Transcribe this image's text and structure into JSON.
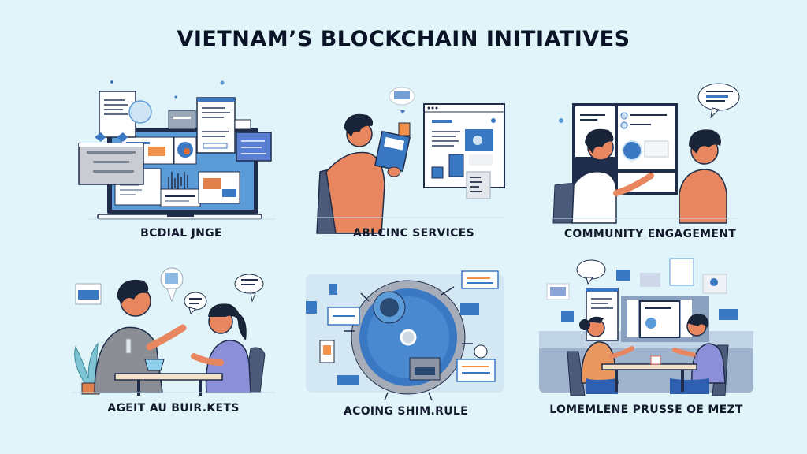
{
  "title": "VIETNAM’S BLOCKCHAIN INITIATIVES",
  "colors": {
    "background": "#e0f4fa",
    "primary_blue": "#3b78c4",
    "dark_navy": "#1f2d4a",
    "skin": "#e8875f",
    "chair": "#4a5a78"
  },
  "panels": [
    {
      "caption": "BCDIAL JNGE",
      "scene": "laptop-with-documents"
    },
    {
      "caption": "ABLCINC SERVICES",
      "scene": "person-reading-with-browser"
    },
    {
      "caption": "COMMUNITY ENGAGEMENT",
      "scene": "two-people-at-screen"
    },
    {
      "caption": "AGEIT AU BUIR.KETS",
      "scene": "two-people-talking-at-table"
    },
    {
      "caption": "ACOING SHIM.RULE",
      "scene": "central-hub-network"
    },
    {
      "caption": "LOMEMLENE PRUSSE OE MEZT",
      "scene": "meeting-at-table-with-screens"
    }
  ]
}
